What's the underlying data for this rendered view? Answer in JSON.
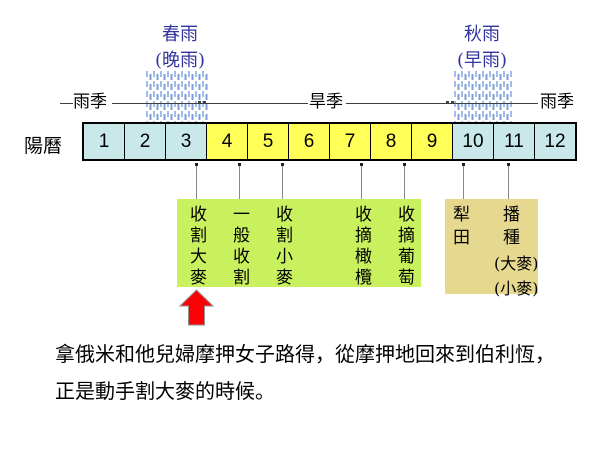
{
  "colors": {
    "wet-cell": "#c9e8e9",
    "dry-cell": "#ffff57",
    "harvest-box": "#c9f15e",
    "sowing-box": "#e6d88e",
    "blue-text": "#3333a0",
    "arrow-red": "#fb0207",
    "rain-light": "#a3bdea",
    "rain-dark": "#7e9fd8",
    "line": "#404040",
    "connector": "#888888",
    "border": "#000000"
  },
  "rain_annotations": {
    "spring": {
      "title": "春雨",
      "subtitle": "(晚雨)"
    },
    "autumn": {
      "title": "秋雨",
      "subtitle": "(早雨)"
    }
  },
  "season_band": {
    "left_label": "雨季",
    "middle_label": "旱季",
    "right_label": "雨季"
  },
  "calendar": {
    "row_label": "陽曆",
    "months": [
      "1",
      "2",
      "3",
      "4",
      "5",
      "6",
      "7",
      "8",
      "9",
      "10",
      "11",
      "12"
    ],
    "month_seasons": [
      "wet",
      "wet",
      "wet",
      "dry",
      "dry",
      "dry",
      "dry",
      "dry",
      "dry",
      "wet",
      "wet",
      "wet"
    ]
  },
  "harvest_box": {
    "activities": [
      "收割大麥",
      "一般收割",
      "收割小麥",
      "收摘橄欖",
      "收摘葡萄"
    ]
  },
  "sowing_box": {
    "columns": [
      "犁田",
      "播種"
    ],
    "notes": [
      "(大麥)",
      "(小麥)"
    ]
  },
  "caption": {
    "line1": "拿俄米和他兒婦摩押女子路得，從摩押地回來到伯利恆，",
    "line2": "正是動手割大麥的時候。"
  }
}
